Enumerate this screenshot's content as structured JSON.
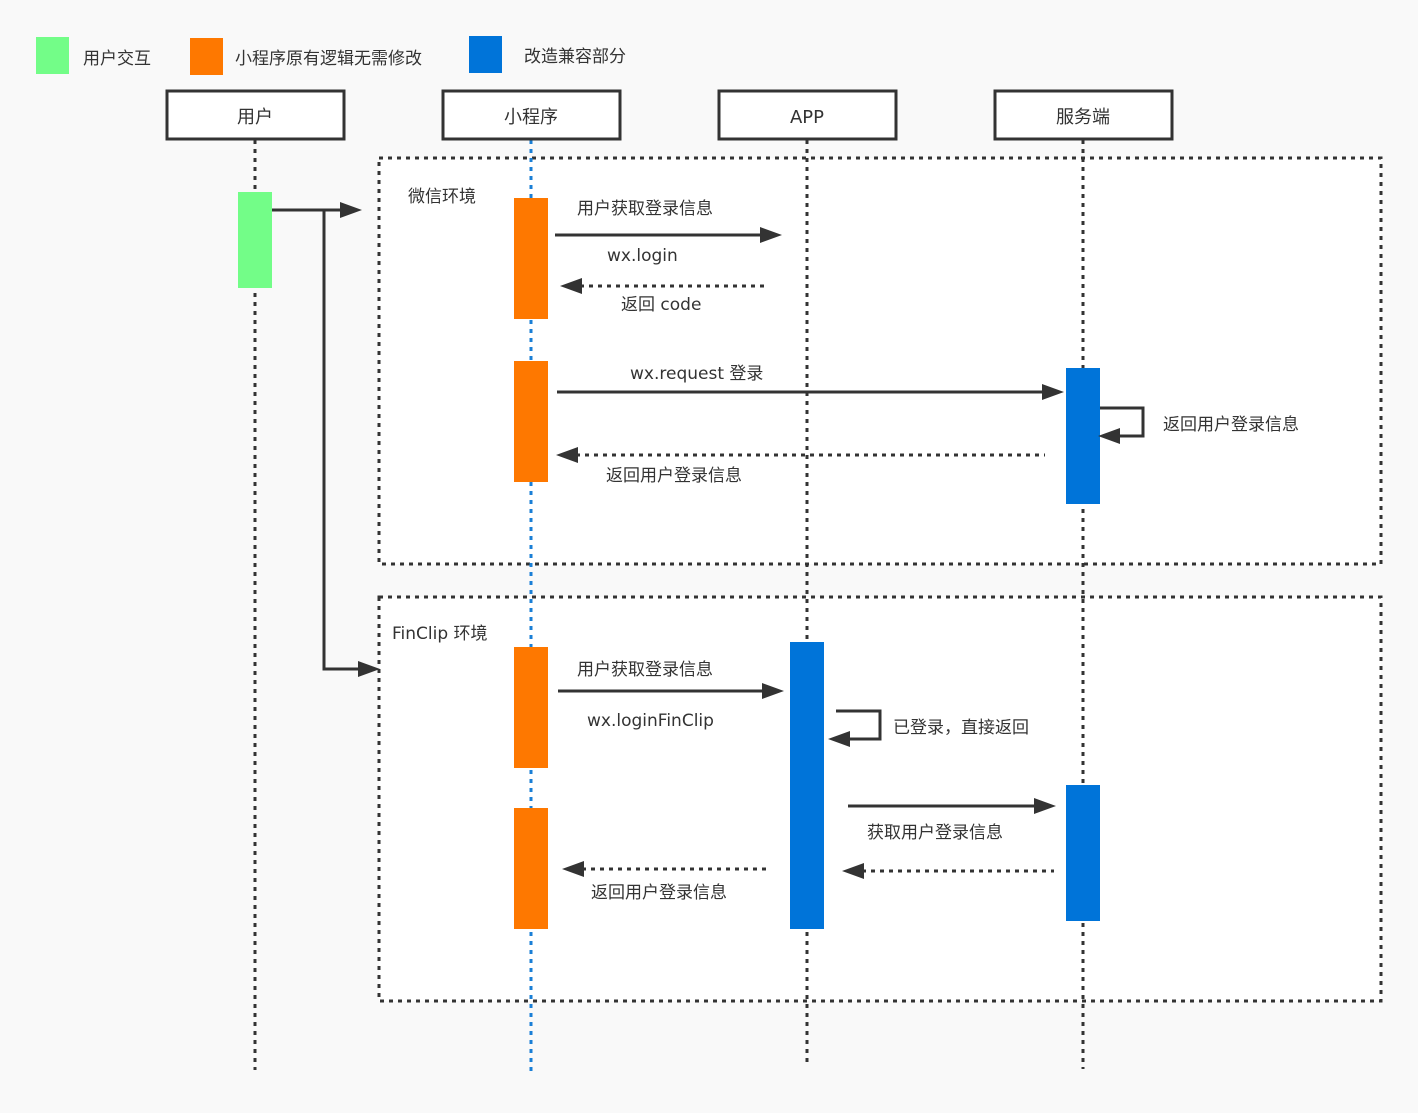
{
  "colors": {
    "user_interaction": "#73fd88",
    "unchanged_logic": "#fe7800",
    "compat_change": "#0074d9",
    "line": "#333333",
    "miniprogram_lifeline": "#1a7fd6"
  },
  "legend": [
    {
      "label": "用户交互",
      "color_key": "user_interaction"
    },
    {
      "label": "小程序原有逻辑无需修改",
      "color_key": "unchanged_logic"
    },
    {
      "label": "改造兼容部分",
      "color_key": "compat_change"
    }
  ],
  "actors": [
    {
      "id": "user",
      "label": "用户"
    },
    {
      "id": "miniprogram",
      "label": "小程序"
    },
    {
      "id": "app",
      "label": "APP"
    },
    {
      "id": "server",
      "label": "服务端"
    }
  ],
  "frames": [
    {
      "id": "wechat",
      "label": "微信环境"
    },
    {
      "id": "finclip",
      "label": "FinClip 环境"
    }
  ],
  "messages": {
    "wechat": [
      {
        "from": "miniprogram",
        "to": "app",
        "label": "用户获取登录信息",
        "style": "solid"
      },
      {
        "from": "miniprogram",
        "to": "app",
        "label": "wx.login",
        "style": "solid"
      },
      {
        "from": "app",
        "to": "miniprogram",
        "label": "返回 code",
        "style": "dashed"
      },
      {
        "from": "miniprogram",
        "to": "server",
        "label": "wx.request 登录",
        "style": "solid"
      },
      {
        "from": "server",
        "to": "server",
        "label": "返回用户登录信息",
        "style": "self"
      },
      {
        "from": "server",
        "to": "miniprogram",
        "label": "返回用户登录信息",
        "style": "dashed"
      }
    ],
    "finclip": [
      {
        "from": "miniprogram",
        "to": "app",
        "label": "用户获取登录信息",
        "style": "solid"
      },
      {
        "from": "miniprogram",
        "to": "app",
        "label": "wx.loginFinClip",
        "style": "solid"
      },
      {
        "from": "app",
        "to": "app",
        "label": "已登录，直接返回",
        "style": "self"
      },
      {
        "from": "app",
        "to": "server",
        "label": "获取用户登录信息",
        "style": "solid"
      },
      {
        "from": "server",
        "to": "app",
        "label": "",
        "style": "dashed"
      },
      {
        "from": "app",
        "to": "miniprogram",
        "label": "返回用户登录信息",
        "style": "dashed"
      }
    ]
  }
}
